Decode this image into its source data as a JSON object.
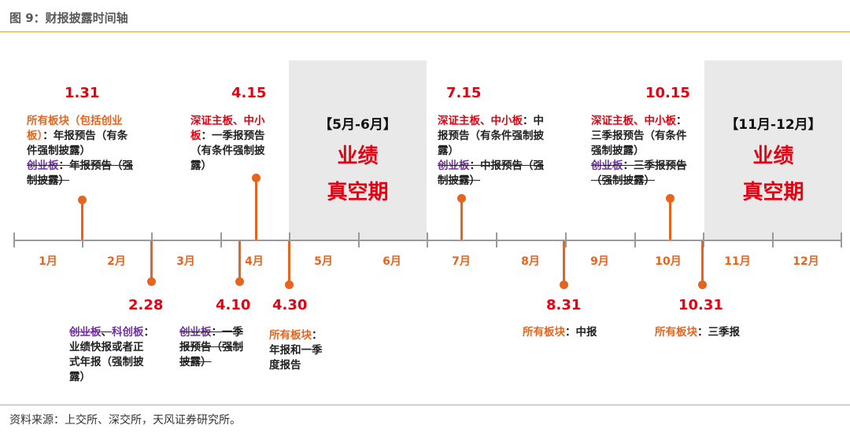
{
  "figure_title": "图 9：财报披露时间轴",
  "source": "资料来源：上交所、深交所，天风证券研究所。",
  "months": [
    "1月",
    "2月",
    "3月",
    "4月",
    "5月",
    "6月",
    "7月",
    "8月",
    "9月",
    "10月",
    "11月",
    "12月"
  ],
  "colors": {
    "accent": "#e8641c",
    "highlight": "#e60012",
    "strike": "#7030a0",
    "shade": "#e9e9e9",
    "axis": "#9a9a9a"
  },
  "periods": [
    {
      "label": "【5月-6月】",
      "line1": "业绩",
      "line2": "真空期"
    },
    {
      "label": "【11月-12月】",
      "line1": "业绩",
      "line2": "真空期"
    }
  ],
  "events": {
    "e131": {
      "date": "1.31",
      "n1_a": "所有板块（包括创业",
      "n1_b": "板）",
      "n1_c": "：年报预告（有条",
      "n1_d": "件强制披露）",
      "n2_a": "创业板",
      "n2_b": "：年报预告（强",
      "n2_c": "制披露）"
    },
    "e228": {
      "date": "2.28",
      "n_a": "创业板",
      "n_b": "、",
      "n_c": "科创板",
      "n_d": "：",
      "n_e": "业绩快报或者正",
      "n_f": "式年报（强制披",
      "n_g": "露）"
    },
    "e410": {
      "date": "4.10",
      "n_a": "创业板",
      "n_b": "：一季",
      "n_c": "报预告（强制",
      "n_d": "披露）"
    },
    "e415": {
      "date": "4.15",
      "n_a": "深证主板、中小",
      "n_b": "板",
      "n_c": "：一季报预告",
      "n_d": "（有条件强制披",
      "n_e": "露）"
    },
    "e430": {
      "date": "4.30",
      "n_a": "所有板块",
      "n_b": "：",
      "n_c": "年报和一季",
      "n_d": "度报告"
    },
    "e715": {
      "date": "7.15",
      "n_a": "深证主板、中小板",
      "n_b": "：中",
      "n_c": "报预告（有条件强制披",
      "n_d": "露）",
      "n_e": "创业板",
      "n_f": "：中报预告（强",
      "n_g": "制披露）"
    },
    "e831": {
      "date": "8.31",
      "n_a": "所有板块",
      "n_b": "：中报"
    },
    "e1015": {
      "date": "10.15",
      "n_a": "深证主板、中小板",
      "n_b": "：",
      "n_c": "三季报预告（有条件",
      "n_d": "强制披露）",
      "n_e": "创业板",
      "n_f": "：三季报预告",
      "n_g": "（强制披露）"
    },
    "e1031": {
      "date": "10.31",
      "n_a": "所有板块",
      "n_b": "：三季报"
    }
  }
}
